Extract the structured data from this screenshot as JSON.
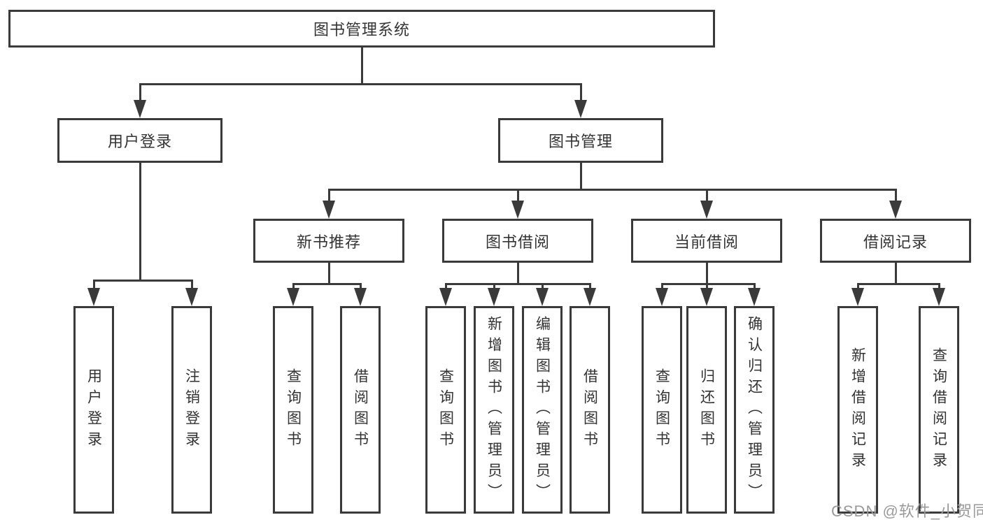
{
  "diagram": {
    "type": "function-tree",
    "root": {
      "label": "图书管理系统"
    },
    "level2": [
      {
        "id": "user-login",
        "label": "用户登录"
      },
      {
        "id": "book-management",
        "label": "图书管理"
      }
    ],
    "level3": [
      {
        "id": "new-book-recommend",
        "label": "新书推荐",
        "parent": "book-management"
      },
      {
        "id": "book-borrowing",
        "label": "图书借阅",
        "parent": "book-management"
      },
      {
        "id": "current-borrowing",
        "label": "当前借阅",
        "parent": "book-management"
      },
      {
        "id": "borrowing-records",
        "label": "借阅记录",
        "parent": "book-management"
      }
    ],
    "level4": [
      {
        "id": "user-login-leaf",
        "label": "用户登录",
        "parent": "user-login"
      },
      {
        "id": "logout-leaf",
        "label": "注销登录",
        "parent": "user-login"
      },
      {
        "id": "query-books-recommend",
        "label": "查询图书",
        "parent": "new-book-recommend"
      },
      {
        "id": "borrow-books-recommend",
        "label": "借阅图书",
        "parent": "new-book-recommend"
      },
      {
        "id": "query-books-borrowing",
        "label": "查询图书",
        "parent": "book-borrowing"
      },
      {
        "id": "add-books-admin",
        "label": "新增图书（管理员）",
        "parent": "book-borrowing"
      },
      {
        "id": "edit-books-admin",
        "label": "编辑图书（管理员）",
        "parent": "book-borrowing"
      },
      {
        "id": "borrow-books-borrowing",
        "label": "借阅图书",
        "parent": "book-borrowing"
      },
      {
        "id": "query-books-current",
        "label": "查询图书",
        "parent": "current-borrowing"
      },
      {
        "id": "return-books",
        "label": "归还图书",
        "parent": "current-borrowing"
      },
      {
        "id": "confirm-return-admin",
        "label": "确认归还（管理员）",
        "parent": "current-borrowing"
      },
      {
        "id": "add-borrow-record",
        "label": "新增借阅记录",
        "parent": "borrowing-records"
      },
      {
        "id": "query-borrow-record",
        "label": "查询借阅记录",
        "parent": "borrowing-records"
      }
    ],
    "colors": {
      "line": "#3a3a3a",
      "text": "#333333",
      "background": "#ffffff",
      "watermark": "#9a9a9a"
    }
  },
  "watermark": {
    "text": "CSDN @软件_小贺同学"
  }
}
